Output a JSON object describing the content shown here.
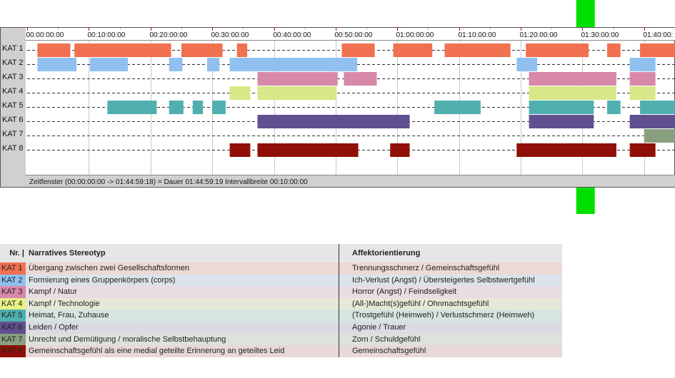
{
  "chart_data": {
    "type": "timeline",
    "x_unit": "seconds",
    "xlim": [
      0,
      6300
    ],
    "tick_step": 600,
    "tick_labels": [
      "00:00:00:00",
      "00:10:00:00",
      "00:20:00:00",
      "00:30:00:00",
      "00:40:00:00",
      "00:50:00:00",
      "01:00:00:00",
      "01:10:00:00",
      "01:20:00:00",
      "01:30:00:00",
      "01:40:00:"
    ],
    "marker_time": 5430,
    "status_text": "Zeitfenster (00:00:00:00 -> 01:44:59:18) = Dauer 01:44:59:19    Intervallbreite 00:10:00:00",
    "categories": [
      {
        "name": "KAT 1",
        "color": "#f07050",
        "segments": [
          [
            100,
            420
          ],
          [
            460,
            1400
          ],
          [
            1500,
            1900
          ],
          [
            2040,
            2140
          ],
          [
            3060,
            3380
          ],
          [
            3560,
            3940
          ],
          [
            4060,
            4700
          ],
          [
            4850,
            5460
          ],
          [
            5640,
            5770
          ],
          [
            5960,
            6300
          ]
        ]
      },
      {
        "name": "KAT 2",
        "color": "#90c0f0",
        "segments": [
          [
            100,
            480
          ],
          [
            610,
            980
          ],
          [
            1380,
            1510
          ],
          [
            1750,
            1870
          ],
          [
            1970,
            3210
          ],
          [
            4760,
            4960
          ],
          [
            5860,
            6110
          ]
        ]
      },
      {
        "name": "KAT 3",
        "color": "#d888a8",
        "segments": [
          [
            2240,
            3020
          ],
          [
            3080,
            3400
          ],
          [
            4880,
            5730
          ],
          [
            5860,
            6110
          ]
        ]
      },
      {
        "name": "KAT 4",
        "color": "#d8e888",
        "segments": [
          [
            1970,
            2170
          ],
          [
            2240,
            3010
          ],
          [
            4880,
            5730
          ],
          [
            5860,
            6110
          ]
        ]
      },
      {
        "name": "KAT 5",
        "color": "#50b0b0",
        "segments": [
          [
            780,
            1260
          ],
          [
            1380,
            1520
          ],
          [
            1610,
            1710
          ],
          [
            1800,
            1930
          ],
          [
            3960,
            4410
          ],
          [
            4880,
            5510
          ],
          [
            5640,
            5770
          ],
          [
            5960,
            6300
          ]
        ]
      },
      {
        "name": "KAT 6",
        "color": "#605090",
        "segments": [
          [
            2240,
            3720
          ],
          [
            4880,
            5510
          ],
          [
            5860,
            6300
          ]
        ]
      },
      {
        "name": "KAT 7",
        "color": "#88a080",
        "segments": [
          [
            6000,
            6300
          ]
        ]
      },
      {
        "name": "KAT 8",
        "color": "#901008",
        "segments": [
          [
            1970,
            2170
          ],
          [
            2240,
            3220
          ],
          [
            3530,
            3720
          ],
          [
            4760,
            5730
          ],
          [
            5860,
            6110
          ]
        ]
      }
    ]
  },
  "legend": {
    "header": {
      "nr": "Nr. |",
      "stereotyp": "Narratives Stereotyp",
      "affekt": "Affektorientierung"
    },
    "rows": [
      {
        "nr": "KAT 1",
        "color": "#f07050",
        "row_bg": "#ecd8d4",
        "stereotyp": "Übergang zwischen zwei Gesellschaftsformen",
        "affekt": "Trennungsschmerz / Gemeinschaftsgefühl"
      },
      {
        "nr": "KAT 2",
        "color": "#90c0f0",
        "row_bg": "#dce2ea",
        "stereotyp": "Formierung eines Gruppenkörpers (corps)",
        "affekt": "Ich-Verlust (Angst) / Übersteigertes Selbstwertgefühl"
      },
      {
        "nr": "KAT 3",
        "color": "#d888a8",
        "row_bg": "#e8dde2",
        "stereotyp": "Kampf / Natur",
        "affekt": "Horror (Angst) / Feindseligkeit"
      },
      {
        "nr": "KAT 4",
        "color": "#e8f088",
        "row_bg": "#e6e8d8",
        "stereotyp": "Kampf / Technologie",
        "affekt": "(All-)Macht(s)gefühl / Ohnmachtsgefühl"
      },
      {
        "nr": "KAT 5",
        "color": "#50b0b0",
        "row_bg": "#d6e4e2",
        "stereotyp": "Heimat, Frau, Zuhause",
        "affekt": "(Trostgefühl (Heimweh) / Verlustschmerz (Heimweh)"
      },
      {
        "nr": "KAT 6",
        "color": "#605090",
        "row_bg": "#dcdae2",
        "stereotyp": "Leiden / Opfer",
        "affekt": "Agonie / Trauer"
      },
      {
        "nr": "KAT 7",
        "color": "#88a080",
        "row_bg": "#dde2dc",
        "stereotyp": "Unrecht und Demütigung / moralische Selbstbehauptung",
        "affekt": "Zorn / Schuldgefühl"
      },
      {
        "nr": "KAT 8",
        "color": "#901008",
        "row_bg": "#e8d8d8",
        "stereotyp": "Gemeinschaftsgefühl als eine medial geteilte Erinnerung an geteiltes Leid",
        "affekt": "Gemeinschaftsgefühl"
      }
    ]
  }
}
